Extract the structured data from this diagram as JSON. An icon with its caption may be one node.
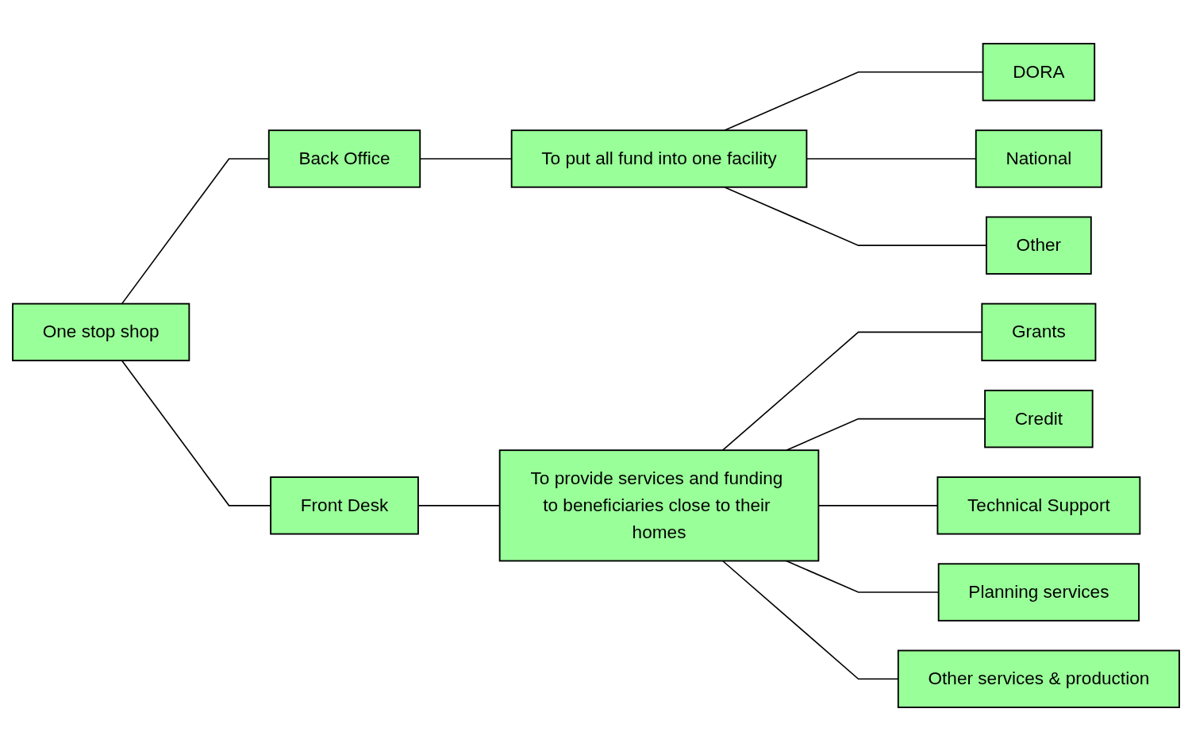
{
  "diagram": {
    "nodes": [
      {
        "text": [
          "One stop shop"
        ]
      },
      {
        "text": [
          "Back Office"
        ]
      },
      {
        "text": [
          "To put all fund into one facility"
        ]
      },
      {
        "text": [
          "DORA"
        ]
      },
      {
        "text": [
          "National"
        ]
      },
      {
        "text": [
          "Other"
        ]
      },
      {
        "text": [
          "Front Desk"
        ]
      },
      {
        "text": [
          "To provide services and funding to beneficiaries close to their homes"
        ]
      },
      {
        "text": [
          "Grants"
        ]
      },
      {
        "text": [
          "Credit"
        ]
      },
      {
        "text": [
          "Technical Support"
        ]
      },
      {
        "text": [
          "Planning services"
        ]
      },
      {
        "text": [
          "Other services & production"
        ]
      }
    ],
    "edges": [
      {
        "from": 0,
        "to": 1,
        "arrow": "none"
      },
      {
        "from": 1,
        "to": 2,
        "arrow": "none"
      },
      {
        "from": 2,
        "to": 3,
        "arrow": "none"
      },
      {
        "from": 2,
        "to": 4,
        "arrow": "none"
      },
      {
        "from": 2,
        "to": 5,
        "arrow": "none"
      },
      {
        "from": 0,
        "to": 6,
        "arrow": "none"
      },
      {
        "from": 6,
        "to": 7,
        "arrow": "none"
      },
      {
        "from": 7,
        "to": 8,
        "arrow": "none"
      },
      {
        "from": 7,
        "to": 9,
        "arrow": "none"
      },
      {
        "from": 7,
        "to": 10,
        "arrow": "none"
      },
      {
        "from": 7,
        "to": 11,
        "arrow": "none"
      },
      {
        "from": 7,
        "to": 12,
        "arrow": "none"
      }
    ]
  }
}
